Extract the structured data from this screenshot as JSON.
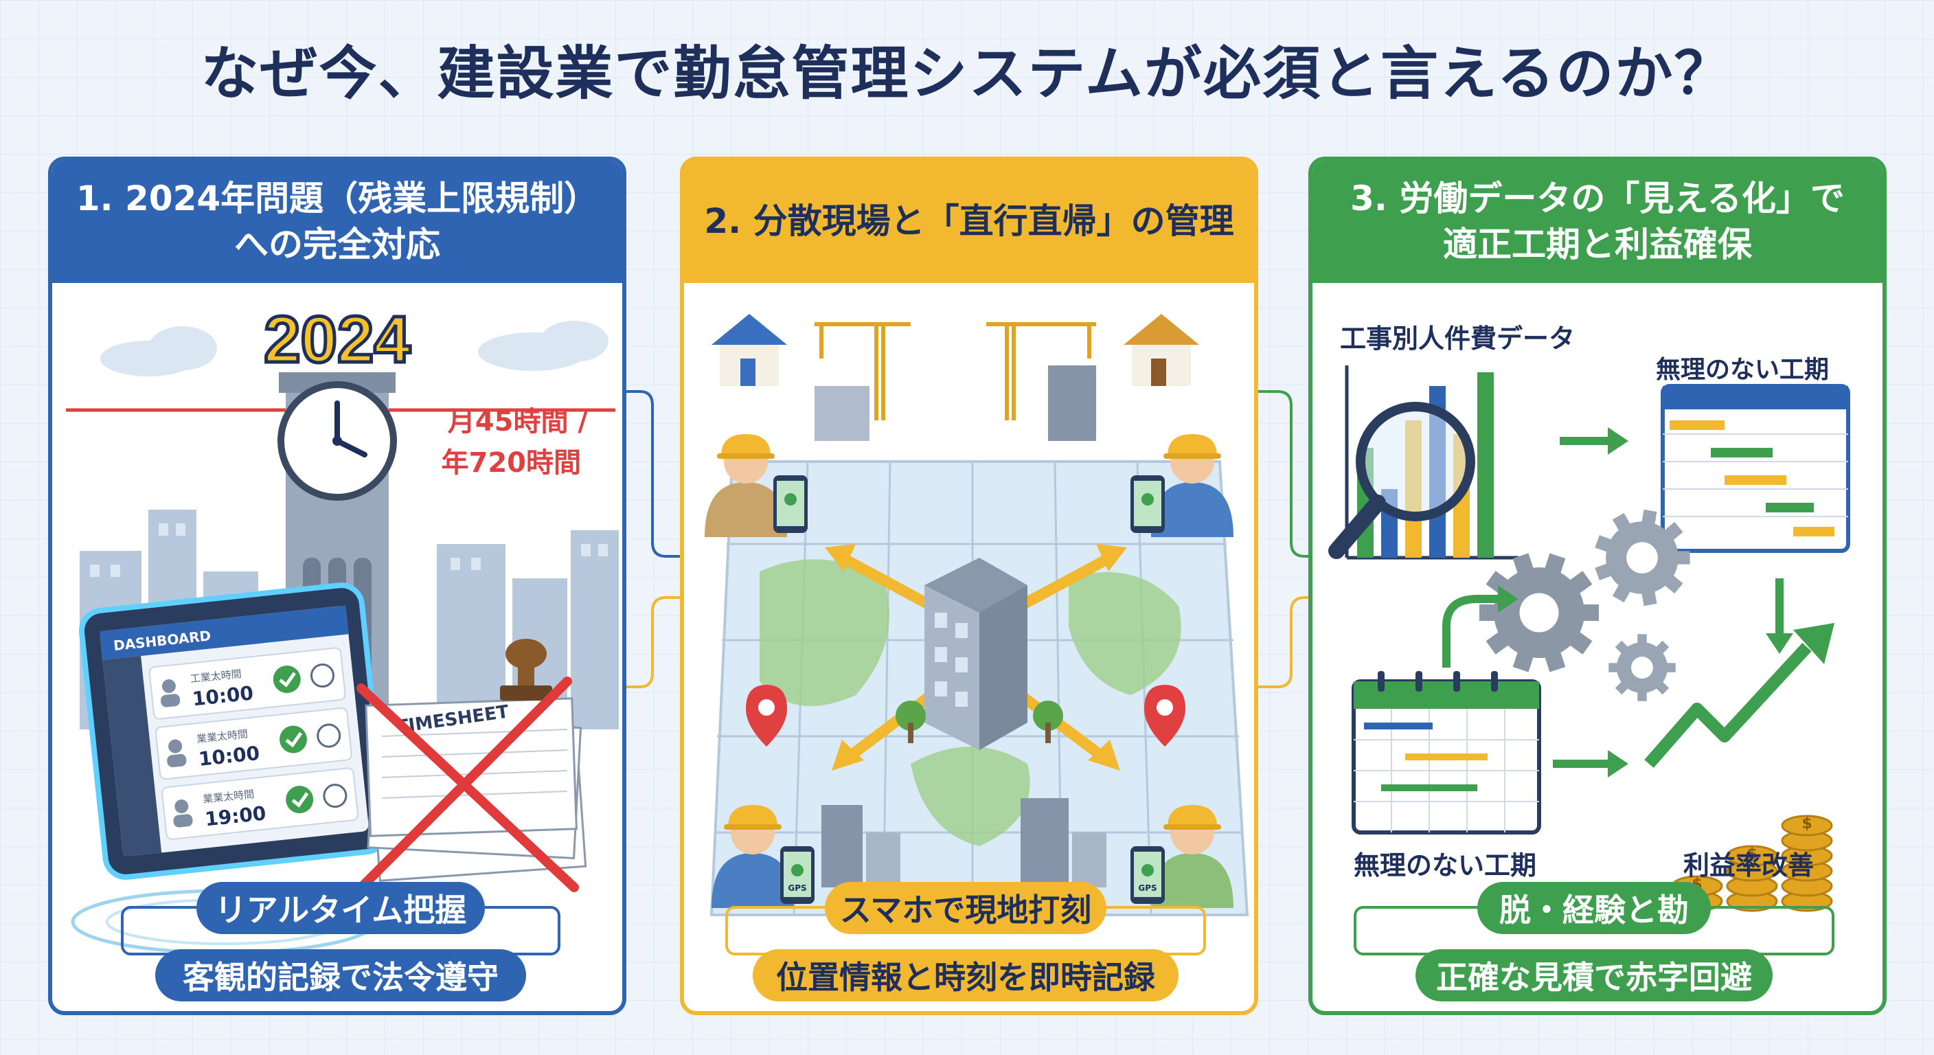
{
  "title": "なぜ今、建設業で勤怠管理システムが必須と言えるのか？",
  "colors": {
    "panel1": "#2f64b2",
    "panel2": "#f2b830",
    "panel3": "#3ea04e",
    "title": "#1d2f5a",
    "limit_line": "#e04040"
  },
  "panel1": {
    "heading_line1": "1. 2024年問題（残業上限規制）",
    "heading_line2": "への完全対応",
    "year_badge": "2024",
    "limit_line1": "月45時間 /",
    "limit_line2": "年720時間",
    "dashboard_label": "DASHBOARD",
    "dashboard_rows": [
      {
        "label": "工業太時間",
        "time": "10:00"
      },
      {
        "label": "業業太時間",
        "time": "10:00"
      },
      {
        "label": "業業太時間",
        "time": "19:00"
      }
    ],
    "timesheet_label": "TIMESHEET",
    "pill1": "リアルタイム把握",
    "pill2": "客観的記録で法令遵守"
  },
  "panel2": {
    "heading": "2. 分散現場と「直行直帰」の管理",
    "gps_label": "GPS",
    "pill1": "スマホで現地打刻",
    "pill2": "位置情報と時刻を即時記録"
  },
  "panel3": {
    "heading_line1": "3. 労働データの「見える化」で",
    "heading_line2": "適正工期と利益確保",
    "label_cost_data": "工事別人件費データ",
    "label_schedule_top": "無理のない工期",
    "label_schedule_bottom": "無理のない工期",
    "label_profit": "利益率改善",
    "coin_symbol": "$",
    "pill1": "脱・経験と勘",
    "pill2": "正確な見積で赤字回避"
  },
  "icons": [
    "clock-icon",
    "tablet-dashboard-icon",
    "timesheet-icon",
    "stamp-icon",
    "house-icon",
    "crane-icon",
    "worker-icon",
    "smartphone-gps-icon",
    "map-pin-icon",
    "office-building-icon",
    "bar-chart-icon",
    "magnifier-icon",
    "gantt-chart-icon",
    "gear-icon",
    "calendar-icon",
    "coin-stack-icon",
    "trend-arrow-icon",
    "check-icon",
    "user-icon"
  ]
}
